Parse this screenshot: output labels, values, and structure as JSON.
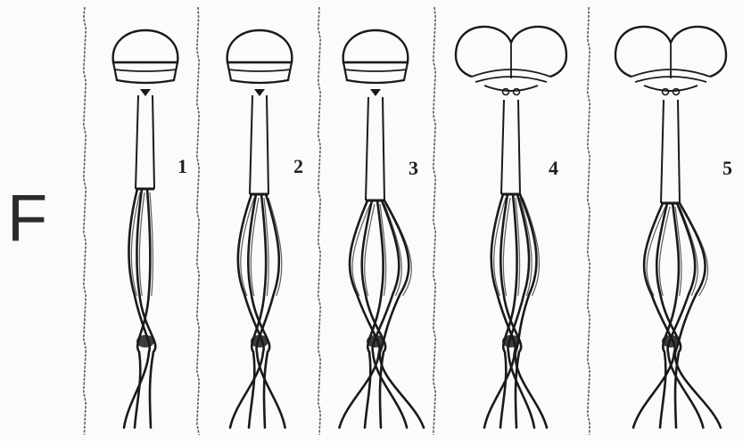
{
  "figure": {
    "panel_letter": "F",
    "specimens": [
      {
        "number": "1",
        "head": "single"
      },
      {
        "number": "2",
        "head": "single"
      },
      {
        "number": "3",
        "head": "single"
      },
      {
        "number": "4",
        "head": "bilobed"
      },
      {
        "number": "5",
        "head": "bilobed"
      }
    ],
    "colors": {
      "ink": "#1a1a1a",
      "paper": "#fbfbf9",
      "divider": "#5a5a5a"
    }
  }
}
